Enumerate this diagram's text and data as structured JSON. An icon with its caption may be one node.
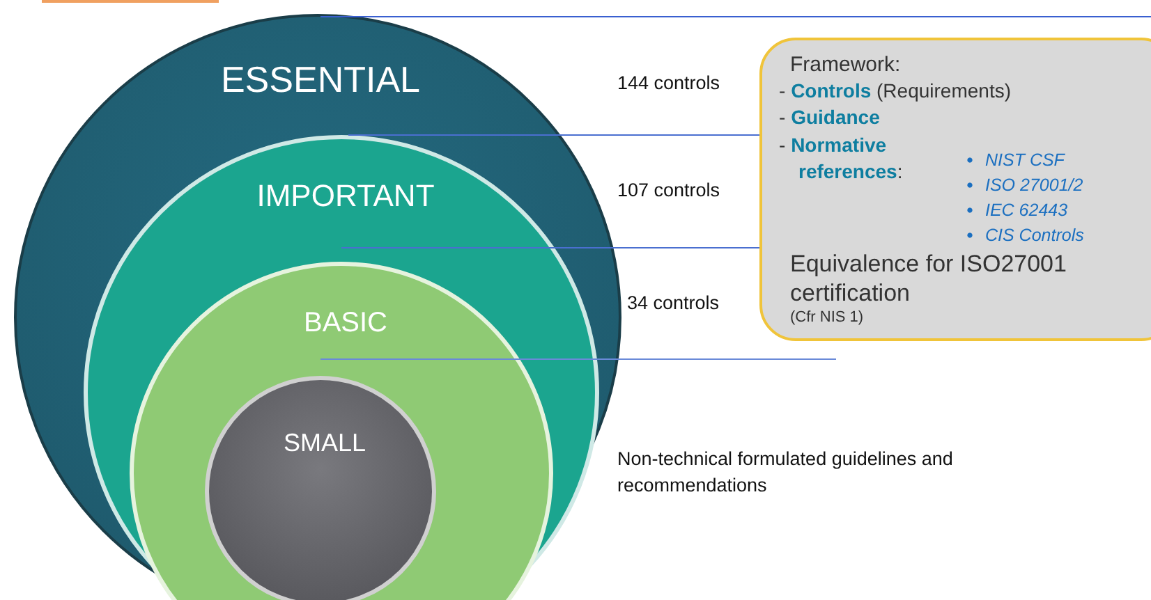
{
  "diagram": {
    "nodes": [
      {
        "text": [
          "ESSENTIAL"
        ]
      },
      {
        "text": [
          "IMPORTANT"
        ],
        "in": 0
      },
      {
        "text": [
          "BASIC"
        ],
        "in": 1
      },
      {
        "text": [
          "SMALL"
        ],
        "in": 2
      },
      {
        "text": [
          "Framework:",
          "- **Controls** (Requirements)",
          "- **Guidance**",
          "- **Normative references**:",
          "NIST CSF",
          "ISO 27001/2",
          "IEC 62443",
          "CIS Controls",
          "Equivalence for ISO27001 certification",
          "(Cfr NIS 1)"
        ]
      }
    ],
    "edges": [],
    "labels": [
      "144 controls",
      "107 controls",
      "34 controls",
      "Non-technical formulated guidelines and recommendations"
    ]
  }
}
